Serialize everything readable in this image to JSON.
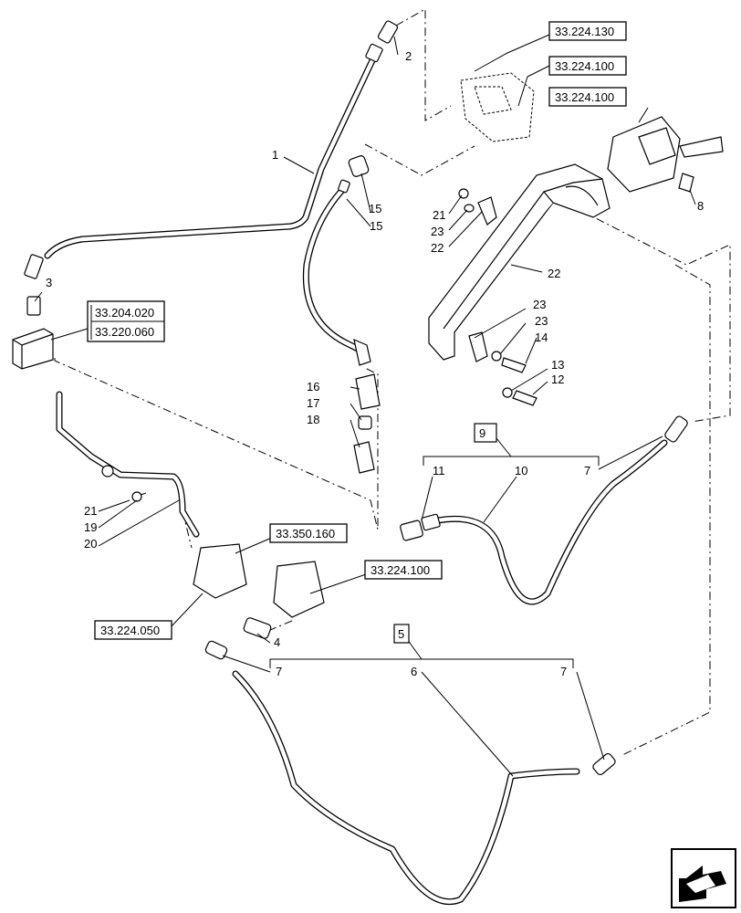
{
  "callouts": [
    {
      "id": "c1",
      "text": "1"
    },
    {
      "id": "c2",
      "text": "2"
    },
    {
      "id": "c3",
      "text": "3"
    },
    {
      "id": "c4",
      "text": "4"
    },
    {
      "id": "c5",
      "text": "5"
    },
    {
      "id": "c6",
      "text": "6"
    },
    {
      "id": "c7a",
      "text": "7"
    },
    {
      "id": "c7b",
      "text": "7"
    },
    {
      "id": "c7c",
      "text": "7"
    },
    {
      "id": "c8",
      "text": "8"
    },
    {
      "id": "c9",
      "text": "9"
    },
    {
      "id": "c10",
      "text": "10"
    },
    {
      "id": "c11",
      "text": "11"
    },
    {
      "id": "c12",
      "text": "12"
    },
    {
      "id": "c13",
      "text": "13"
    },
    {
      "id": "c14",
      "text": "14"
    },
    {
      "id": "c15a",
      "text": "15"
    },
    {
      "id": "c15b",
      "text": "15"
    },
    {
      "id": "c16",
      "text": "16"
    },
    {
      "id": "c17",
      "text": "17"
    },
    {
      "id": "c18",
      "text": "18"
    },
    {
      "id": "c19",
      "text": "19"
    },
    {
      "id": "c20",
      "text": "20"
    },
    {
      "id": "c21a",
      "text": "21"
    },
    {
      "id": "c21b",
      "text": "21"
    },
    {
      "id": "c22a",
      "text": "22"
    },
    {
      "id": "c22b",
      "text": "22"
    },
    {
      "id": "c23a",
      "text": "23"
    },
    {
      "id": "c23b",
      "text": "23"
    },
    {
      "id": "c23c",
      "text": "23"
    }
  ],
  "references": [
    {
      "id": "r1",
      "text": "33.224.130"
    },
    {
      "id": "r2",
      "text": "33.224.100"
    },
    {
      "id": "r3",
      "text": "33.224.100"
    },
    {
      "id": "r4",
      "text": "33.204.020"
    },
    {
      "id": "r5",
      "text": "33.220.060"
    },
    {
      "id": "r6",
      "text": "33.350.160"
    },
    {
      "id": "r7",
      "text": "33.224.100"
    },
    {
      "id": "r8",
      "text": "33.224.050"
    }
  ],
  "icons": {
    "nav": "back-arrow-icon"
  }
}
